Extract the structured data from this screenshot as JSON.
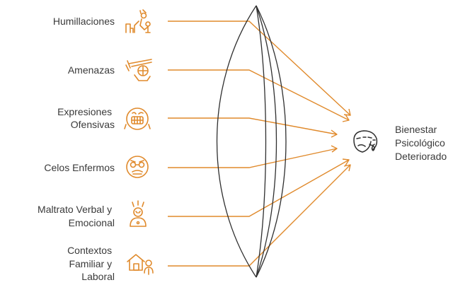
{
  "diagram": {
    "accent_color": "#e08a2c",
    "lens_color": "#2f2f2f",
    "text_color": "#3a3a3a",
    "inputs": [
      {
        "id": "humillaciones",
        "lines": [
          "Humillaciones"
        ],
        "icon": "humiliation-icon"
      },
      {
        "id": "amenazas",
        "lines": [
          "Amenazas"
        ],
        "icon": "threat-icon"
      },
      {
        "id": "expresiones-ofensivas",
        "lines": [
          "Expresiones",
          "Ofensivas"
        ],
        "icon": "offensive-expression-icon"
      },
      {
        "id": "celos-enfermos",
        "lines": [
          "Celos Enfermos"
        ],
        "icon": "jealous-face-icon"
      },
      {
        "id": "maltrato-verbal-emocional",
        "lines": [
          "Maltrato Verbal y",
          "Emocional"
        ],
        "icon": "stressed-person-icon"
      },
      {
        "id": "contextos-familiar-laboral",
        "lines": [
          "Contextos",
          "Familiar y",
          "Laboral"
        ],
        "icon": "home-person-icon"
      }
    ],
    "output": {
      "lines": [
        "Bienestar",
        "Psicológico",
        "Deteriorado"
      ],
      "icon": "theater-masks-icon"
    }
  }
}
